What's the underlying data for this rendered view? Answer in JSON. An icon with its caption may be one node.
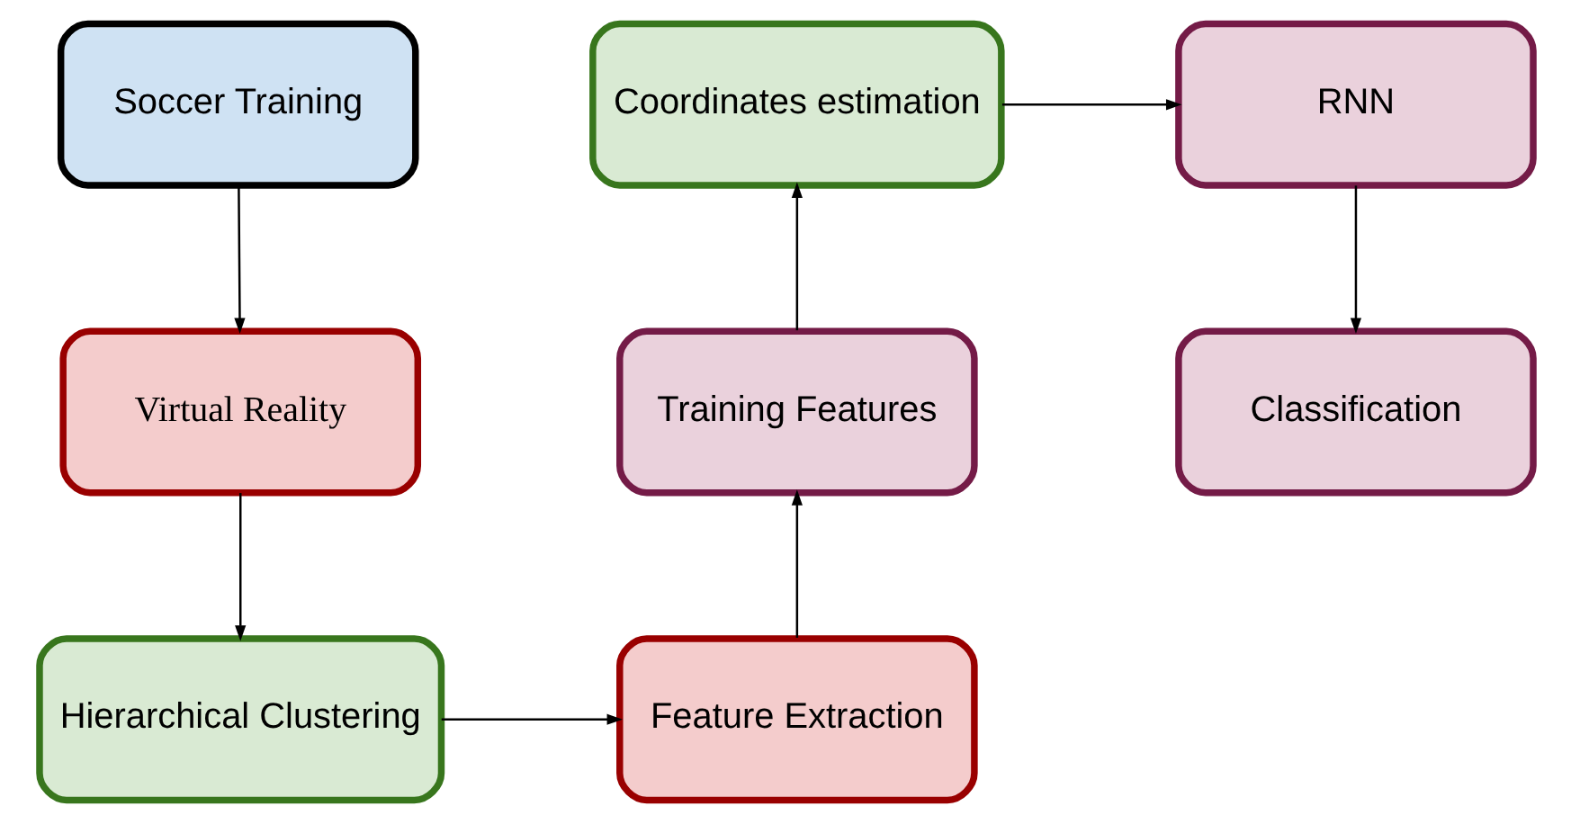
{
  "diagram": {
    "nodes": [
      {
        "text": [
          "Soccer Training"
        ]
      },
      {
        "text": [
          "Virtual Reality"
        ]
      },
      {
        "text": [
          "Hierarchical Clustering"
        ]
      },
      {
        "text": [
          "Feature Extraction"
        ]
      },
      {
        "text": [
          "Training Features"
        ]
      },
      {
        "text": [
          "Coordinates estimation"
        ]
      },
      {
        "text": [
          "RNN"
        ]
      },
      {
        "text": [
          "Classification"
        ]
      }
    ],
    "edges": [
      {
        "from": 0,
        "to": 1,
        "arrow": "to"
      },
      {
        "from": 1,
        "to": 2,
        "arrow": "to"
      },
      {
        "from": 2,
        "to": 3,
        "arrow": "to"
      },
      {
        "from": 3,
        "to": 4,
        "arrow": "to"
      },
      {
        "from": 4,
        "to": 5,
        "arrow": "to"
      },
      {
        "from": 5,
        "to": 6,
        "arrow": "to"
      },
      {
        "from": 6,
        "to": 7,
        "arrow": "to"
      }
    ]
  }
}
